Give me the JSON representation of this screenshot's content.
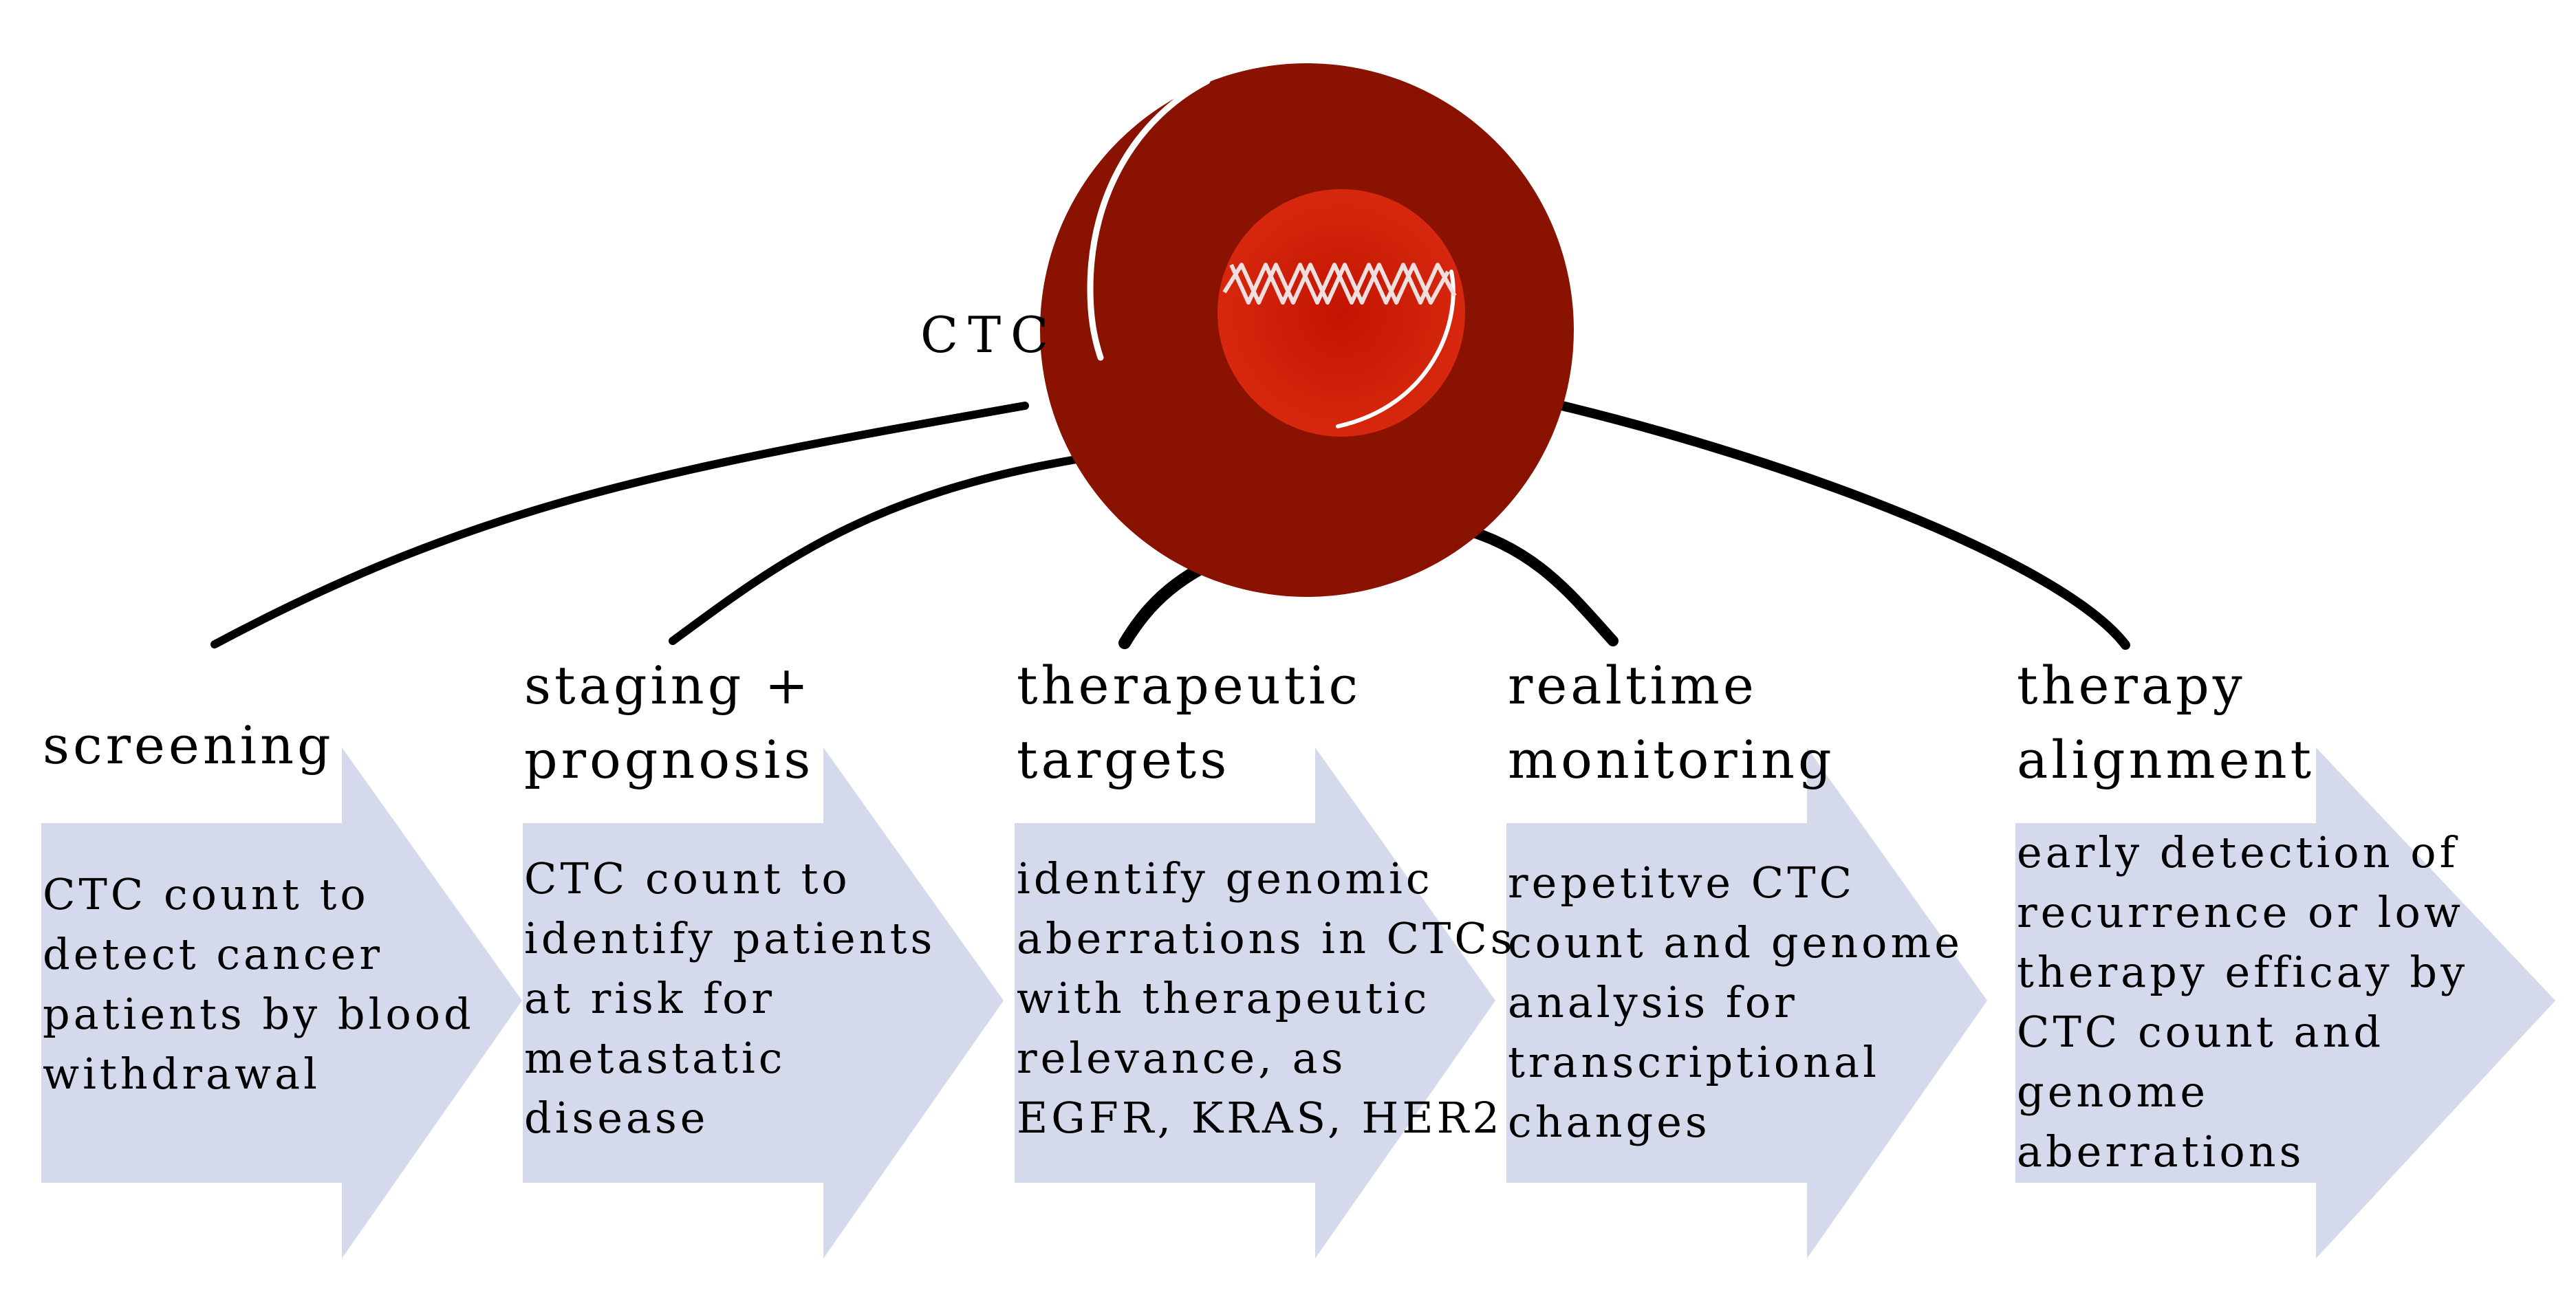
{
  "center": {
    "label": "CTC",
    "cell_color": "#8a1200",
    "nucleus_color": "#d11d00"
  },
  "arrow_color": "#d4d9ec",
  "stages": [
    {
      "title": [
        "screening"
      ],
      "body": [
        "CTC count to",
        "detect cancer",
        "patients by blood",
        "withdrawal"
      ]
    },
    {
      "title": [
        "staging +",
        "prognosis"
      ],
      "body": [
        "CTC count to",
        "identify patients",
        "at risk for",
        "metastatic",
        "disease"
      ]
    },
    {
      "title": [
        "therapeutic",
        "targets"
      ],
      "body": [
        "identify genomic",
        "aberrations in CTCs",
        "with therapeutic",
        "relevance, as",
        "EGFR, KRAS, HER2"
      ]
    },
    {
      "title": [
        "realtime",
        "monitoring"
      ],
      "body": [
        "repetitve CTC",
        "count and genome",
        "analysis for",
        "transcriptional",
        "changes"
      ]
    },
    {
      "title": [
        "therapy",
        "alignment"
      ],
      "body": [
        "early detection of",
        "recurrence or low",
        "therapy efficay by",
        "CTC count and",
        "genome",
        "aberrations"
      ]
    }
  ]
}
